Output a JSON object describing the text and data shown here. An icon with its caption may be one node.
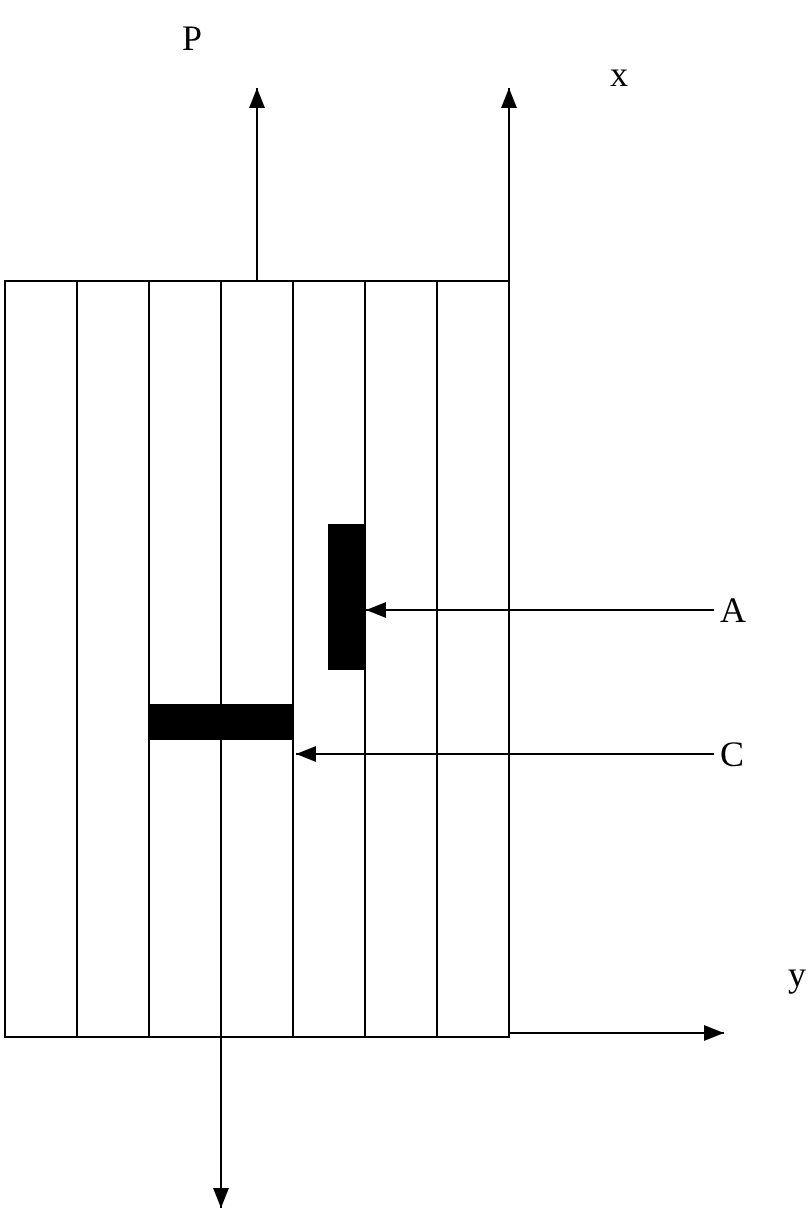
{
  "diagram": {
    "nodes": [
      {
        "text": [
          "A"
        ]
      },
      {
        "text": [],
        "shape": "bar"
      },
      {
        "text": [
          "C"
        ]
      },
      {
        "text": [],
        "shape": "bar"
      }
    ],
    "edges": [
      {
        "from": 0,
        "to": 1,
        "arrow": "to"
      },
      {
        "from": 2,
        "to": 3,
        "arrow": "to"
      }
    ],
    "labels": [
      "P",
      "x",
      "y"
    ]
  }
}
